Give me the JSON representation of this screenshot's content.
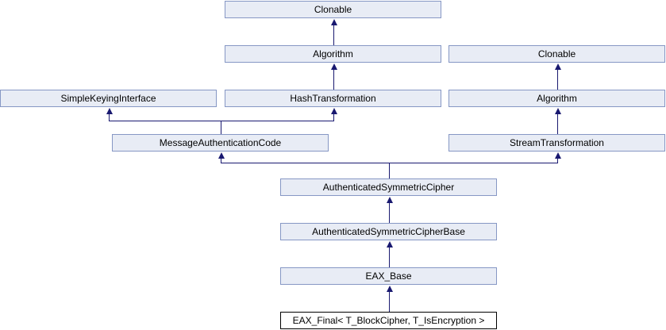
{
  "diagram": {
    "kind": "class-inheritance-diagram",
    "colors": {
      "background": "#ffffff",
      "node_fill": "#e8ecf5",
      "node_border": "#8697c4",
      "current_node_fill": "#ffffff",
      "current_node_border": "#000000",
      "edge": "#191970",
      "text": "#000000"
    },
    "nodes": [
      {
        "id": "clonable_top",
        "label": "Clonable",
        "current": false
      },
      {
        "id": "algorithm_mid",
        "label": "Algorithm",
        "current": false
      },
      {
        "id": "clonable_right",
        "label": "Clonable",
        "current": false
      },
      {
        "id": "simple_keying_interface",
        "label": "SimpleKeyingInterface",
        "current": false
      },
      {
        "id": "hash_transformation",
        "label": "HashTransformation",
        "current": false
      },
      {
        "id": "algorithm_right",
        "label": "Algorithm",
        "current": false
      },
      {
        "id": "message_authentication_code",
        "label": "MessageAuthenticationCode",
        "current": false
      },
      {
        "id": "stream_transformation",
        "label": "StreamTransformation",
        "current": false
      },
      {
        "id": "authenticated_symmetric_cipher",
        "label": "AuthenticatedSymmetricCipher",
        "current": false
      },
      {
        "id": "authenticated_symmetric_cipher_base",
        "label": "AuthenticatedSymmetricCipherBase",
        "current": false
      },
      {
        "id": "eax_base",
        "label": "EAX_Base",
        "current": false
      },
      {
        "id": "eax_final",
        "label": "EAX_Final< T_BlockCipher, T_IsEncryption >",
        "current": true
      }
    ],
    "edges": [
      {
        "from": "algorithm_mid",
        "to": "clonable_top"
      },
      {
        "from": "hash_transformation",
        "to": "algorithm_mid"
      },
      {
        "from": "message_authentication_code",
        "to": "simple_keying_interface"
      },
      {
        "from": "message_authentication_code",
        "to": "hash_transformation"
      },
      {
        "from": "algorithm_right",
        "to": "clonable_right"
      },
      {
        "from": "stream_transformation",
        "to": "algorithm_right"
      },
      {
        "from": "authenticated_symmetric_cipher",
        "to": "message_authentication_code"
      },
      {
        "from": "authenticated_symmetric_cipher",
        "to": "stream_transformation"
      },
      {
        "from": "authenticated_symmetric_cipher_base",
        "to": "authenticated_symmetric_cipher"
      },
      {
        "from": "eax_base",
        "to": "authenticated_symmetric_cipher_base"
      },
      {
        "from": "eax_final",
        "to": "eax_base"
      }
    ]
  }
}
